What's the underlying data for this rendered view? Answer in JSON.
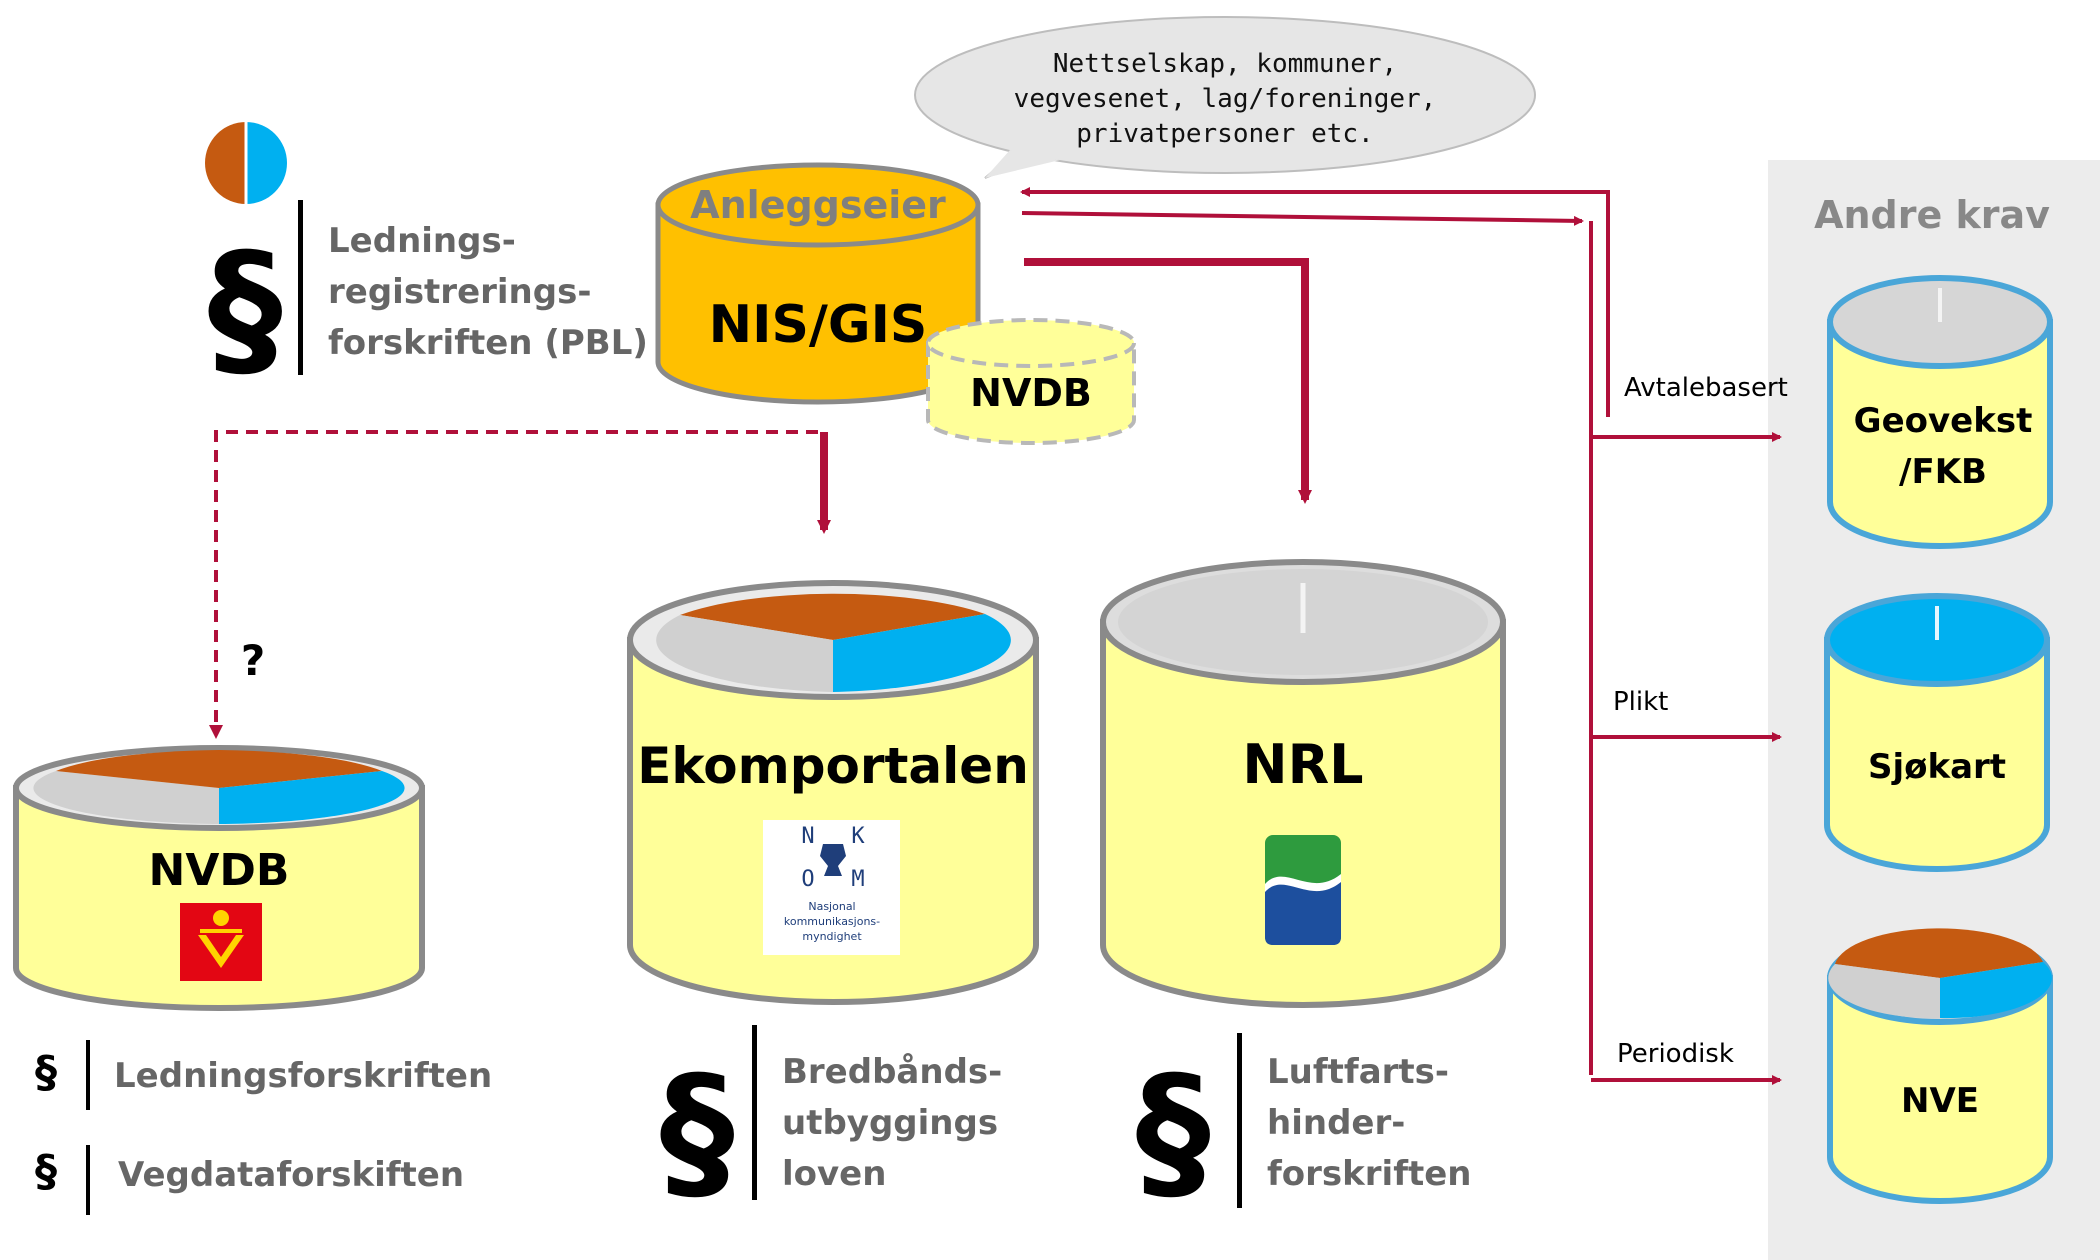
{
  "bubble": {
    "line1": "Nettselskap, kommuner,",
    "line2": "vegvesenet, lag/foreninger,",
    "line3": "privatpersoner etc."
  },
  "source": {
    "title": "Anleggseier",
    "name": "NIS/GIS",
    "sub": "NVDB"
  },
  "regulation_top": {
    "symbol": "§",
    "line1": "Lednings-",
    "line2": "registrerings-",
    "line3": "forskriften (PBL)"
  },
  "question_mark": "?",
  "databases": {
    "nvdb": {
      "name": "NVDB",
      "logo": "statens-vegvesen-logo"
    },
    "ekom": {
      "name": "Ekomportalen",
      "logo": {
        "letters": [
          "N",
          "K",
          "O",
          "M"
        ],
        "line1": "Nasjonal",
        "line2": "kommunikasjons-",
        "line3": "myndighet"
      }
    },
    "nrl": {
      "name": "NRL",
      "logo": "kartverket-logo"
    }
  },
  "regulations": {
    "nvdb": [
      {
        "symbol": "§",
        "text": "Ledningsforskriften"
      },
      {
        "symbol": "§",
        "text": "Vegdataforskiften"
      }
    ],
    "ekom": {
      "symbol": "§",
      "line1": "Bredbånds-",
      "line2": "utbyggings",
      "line3": "loven"
    },
    "nrl": {
      "symbol": "§",
      "line1": "Luftfarts-",
      "line2": "hinder-",
      "line3": "forskriften"
    }
  },
  "other": {
    "title": "Andre krav",
    "geovekst": {
      "line1": "Geovekst",
      "line2": "/FKB",
      "arrow_label": "Avtalebasert"
    },
    "sjokart": {
      "name": "Sjøkart",
      "arrow_label": "Plikt"
    },
    "nve": {
      "name": "NVE",
      "arrow_label": "Periodisk"
    }
  },
  "colors": {
    "orange": "#c55a11",
    "blue": "#00b0f0",
    "grey": "#d0d0d0",
    "yellow": "#ffff99",
    "gold": "#ffc000",
    "arrow": "#b0103a",
    "panel": "#ececec"
  }
}
